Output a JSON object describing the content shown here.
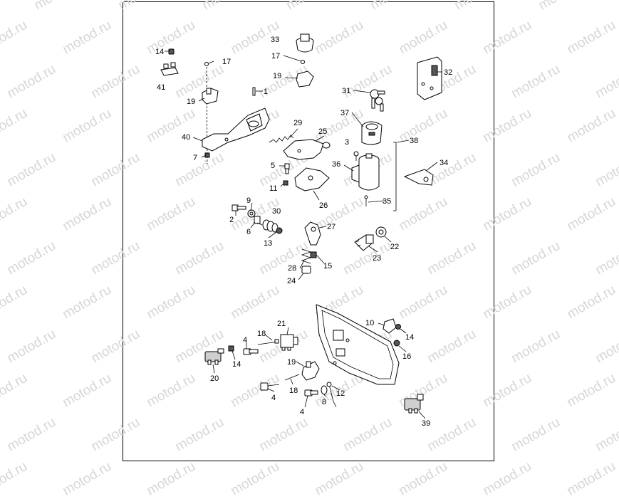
{
  "watermark": {
    "text": "motod.ru"
  },
  "labels": {
    "p1": "1",
    "p2": "2",
    "p3": "3",
    "p4a": "4",
    "p4b": "4",
    "p4c": "4",
    "p5": "5",
    "p6": "6",
    "p7": "7",
    "p8": "8",
    "p9": "9",
    "p10": "10",
    "p11": "11",
    "p12": "12",
    "p13": "13",
    "p14a": "14",
    "p14b": "14",
    "p14c": "14",
    "p15": "15",
    "p16": "16",
    "p17a": "17",
    "p17b": "17",
    "p18a": "18",
    "p18b": "18",
    "p19a": "19",
    "p19b": "19",
    "p19c": "19",
    "p20": "20",
    "p21": "21",
    "p22": "22",
    "p23": "23",
    "p24": "24",
    "p25": "25",
    "p26": "26",
    "p27": "27",
    "p28": "28",
    "p29": "29",
    "p30": "30",
    "p31": "31",
    "p32": "32",
    "p33": "33",
    "p34": "34",
    "p35": "35",
    "p36": "36",
    "p37": "37",
    "p38": "38",
    "p39": "39",
    "p40": "40",
    "p41": "41"
  }
}
